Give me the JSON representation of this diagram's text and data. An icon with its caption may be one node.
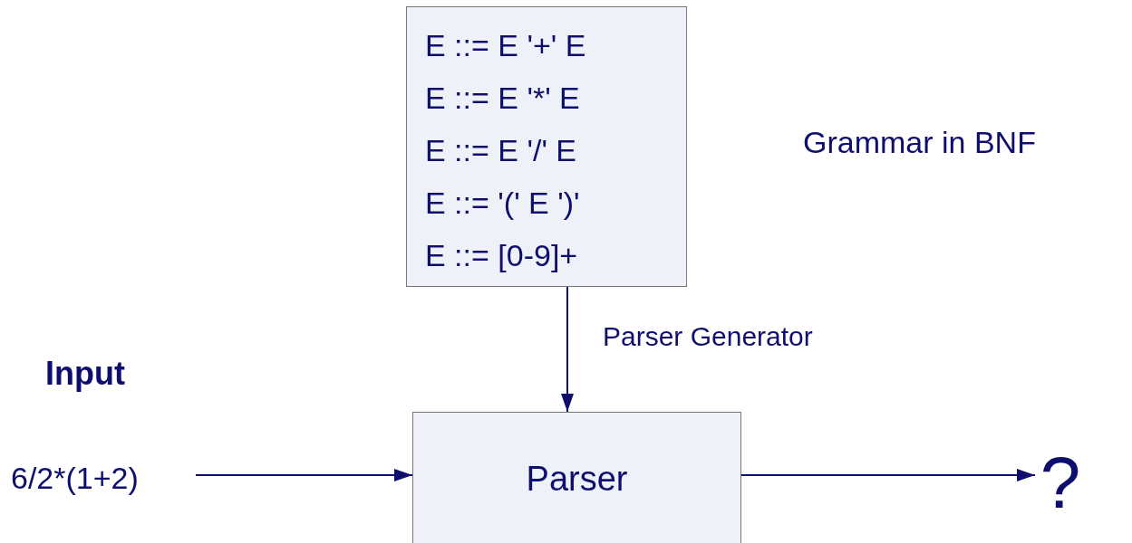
{
  "diagram": {
    "nodes": [
      {
        "text": [
          "E ::= E '+' E",
          "E ::= E '*' E",
          "E ::= E '/' E",
          "E ::= '(' E ')'",
          "E ::= [0-9]+"
        ],
        "beside": [
          "Grammar in BNF"
        ]
      },
      {
        "text": [
          "Parser"
        ]
      },
      {
        "text": [
          "6/2*(1+2)"
        ],
        "beside": [
          "Input"
        ]
      },
      {
        "text": [
          "?"
        ]
      }
    ],
    "edges": [
      {
        "from": 0,
        "to": 1,
        "arrow": "to",
        "label": "Parser Generator"
      },
      {
        "from": 2,
        "to": 1,
        "arrow": "to"
      },
      {
        "from": 1,
        "to": 3,
        "arrow": "to"
      }
    ]
  }
}
